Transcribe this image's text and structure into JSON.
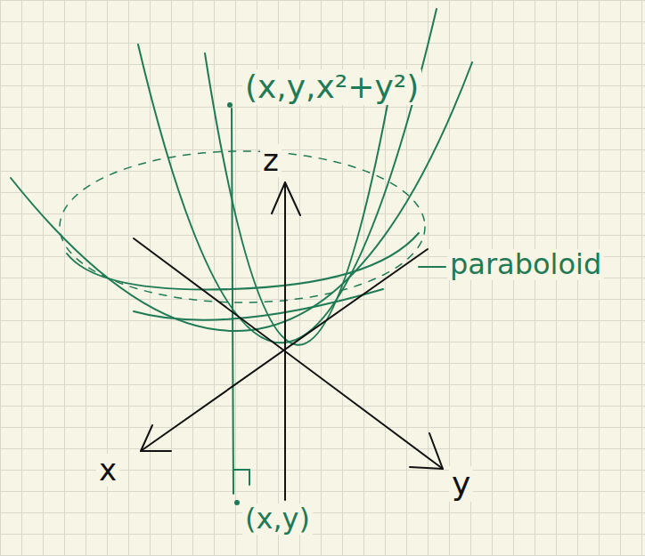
{
  "diagram": {
    "labels": [
      "(x,y,x²+y²)",
      "z",
      "x",
      "y",
      "(x,y)",
      "paraboloid"
    ]
  }
}
